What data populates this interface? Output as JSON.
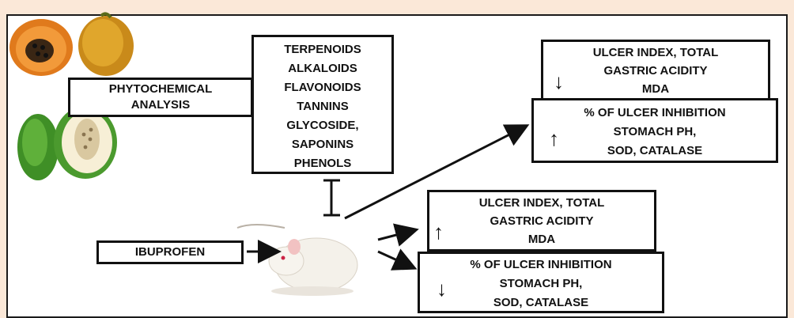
{
  "phytochemical_label": [
    "PHYTOCHEMICAL",
    "ANALYSIS"
  ],
  "compounds": [
    "TERPENOIDS",
    "ALKALOIDS",
    "FLAVONOIDS",
    "TANNINS",
    "GLYCOSIDE,",
    "SAPONINS",
    "PHENOLS"
  ],
  "ibuprofen_label": "IBUPROFEN",
  "upper_result": {
    "decrease_box": [
      "ULCER INDEX, TOTAL",
      "GASTRIC ACIDITY",
      "MDA"
    ],
    "increase_box": [
      "% OF ULCER INHIBITION",
      "STOMACH PH,",
      "SOD, CATALASE"
    ]
  },
  "lower_result": {
    "increase_box": [
      "ULCER INDEX, TOTAL",
      "GASTRIC ACIDITY",
      "MDA"
    ],
    "decrease_box": [
      "% OF ULCER INHIBITION",
      "STOMACH PH,",
      "SOD, CATALASE"
    ]
  },
  "icons": [
    "papaya-fruit-icon",
    "rat-icon",
    "up-arrow-icon",
    "down-arrow-icon"
  ],
  "colors": {
    "background": "#fbe8d8",
    "papaya_orange": "#e98a2a",
    "papaya_green": "#4b9a2e",
    "box_border": "#111111"
  }
}
